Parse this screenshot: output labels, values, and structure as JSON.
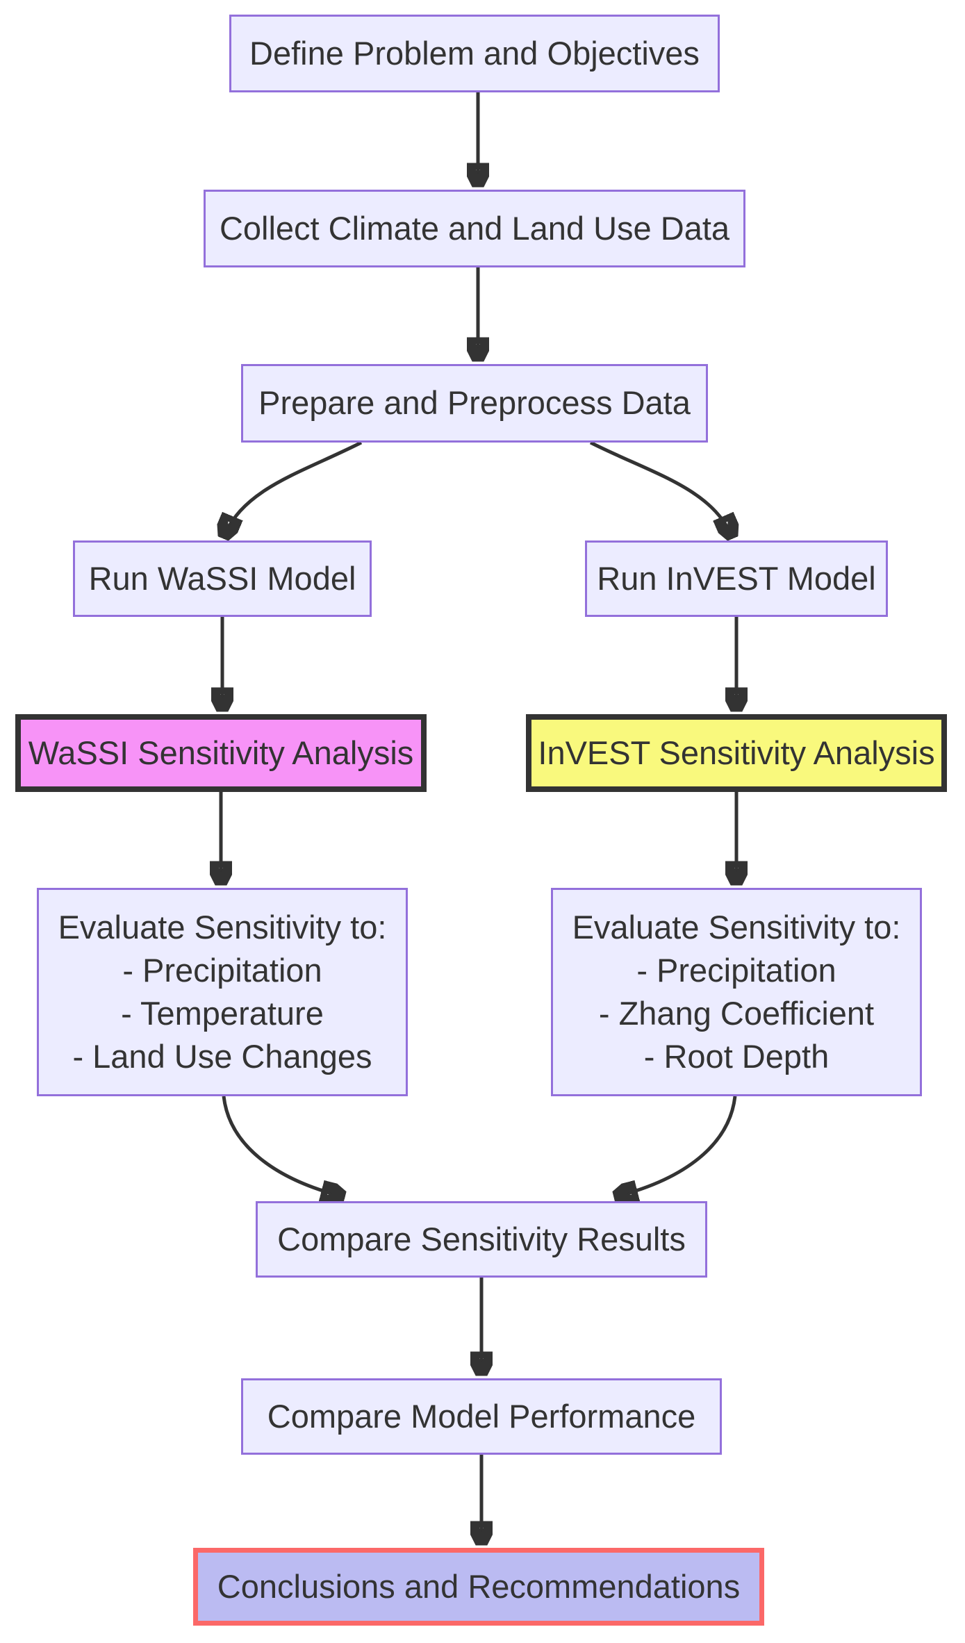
{
  "diagram": {
    "type": "flowchart",
    "direction": "top-down",
    "nodes": {
      "define": {
        "label": "Define Problem and Objectives"
      },
      "collect": {
        "label": "Collect Climate and Land Use Data"
      },
      "prepare": {
        "label": "Prepare and Preprocess Data"
      },
      "run_wassi": {
        "label": "Run WaSSI Model"
      },
      "run_invest": {
        "label": "Run InVEST Model"
      },
      "wassi_sensitivity": {
        "label": "WaSSI Sensitivity Analysis"
      },
      "invest_sensitivity": {
        "label": "InVEST Sensitivity Analysis"
      },
      "wassi_evaluate": {
        "lines": [
          "Evaluate Sensitivity to:",
          "- Precipitation",
          "- Temperature",
          "- Land Use Changes"
        ]
      },
      "invest_evaluate": {
        "lines": [
          "Evaluate Sensitivity to:",
          "- Precipitation",
          "- Zhang Coefficient",
          "- Root Depth"
        ]
      },
      "compare_sensitivity": {
        "label": "Compare Sensitivity Results"
      },
      "compare_performance": {
        "label": "Compare Model Performance"
      },
      "conclusions": {
        "label": "Conclusions and Recommendations"
      }
    },
    "edges": [
      {
        "from": "define",
        "to": "collect"
      },
      {
        "from": "collect",
        "to": "prepare"
      },
      {
        "from": "prepare",
        "to": "run_wassi"
      },
      {
        "from": "prepare",
        "to": "run_invest"
      },
      {
        "from": "run_wassi",
        "to": "wassi_sensitivity"
      },
      {
        "from": "run_invest",
        "to": "invest_sensitivity"
      },
      {
        "from": "wassi_sensitivity",
        "to": "wassi_evaluate"
      },
      {
        "from": "invest_sensitivity",
        "to": "invest_evaluate"
      },
      {
        "from": "wassi_evaluate",
        "to": "compare_sensitivity"
      },
      {
        "from": "invest_evaluate",
        "to": "compare_sensitivity"
      },
      {
        "from": "compare_sensitivity",
        "to": "compare_performance"
      },
      {
        "from": "compare_performance",
        "to": "conclusions"
      }
    ],
    "colors": {
      "node_fill": "#ececff",
      "node_border": "#9370db",
      "wassi_highlight_fill": "#f793f7",
      "invest_highlight_fill": "#f9f97d",
      "highlight_border": "#333333",
      "conclusions_fill": "#bbbbf2",
      "conclusions_border": "#fb6868",
      "edge_color": "#333333",
      "text_color": "#333333",
      "background": "#ffffff"
    }
  }
}
